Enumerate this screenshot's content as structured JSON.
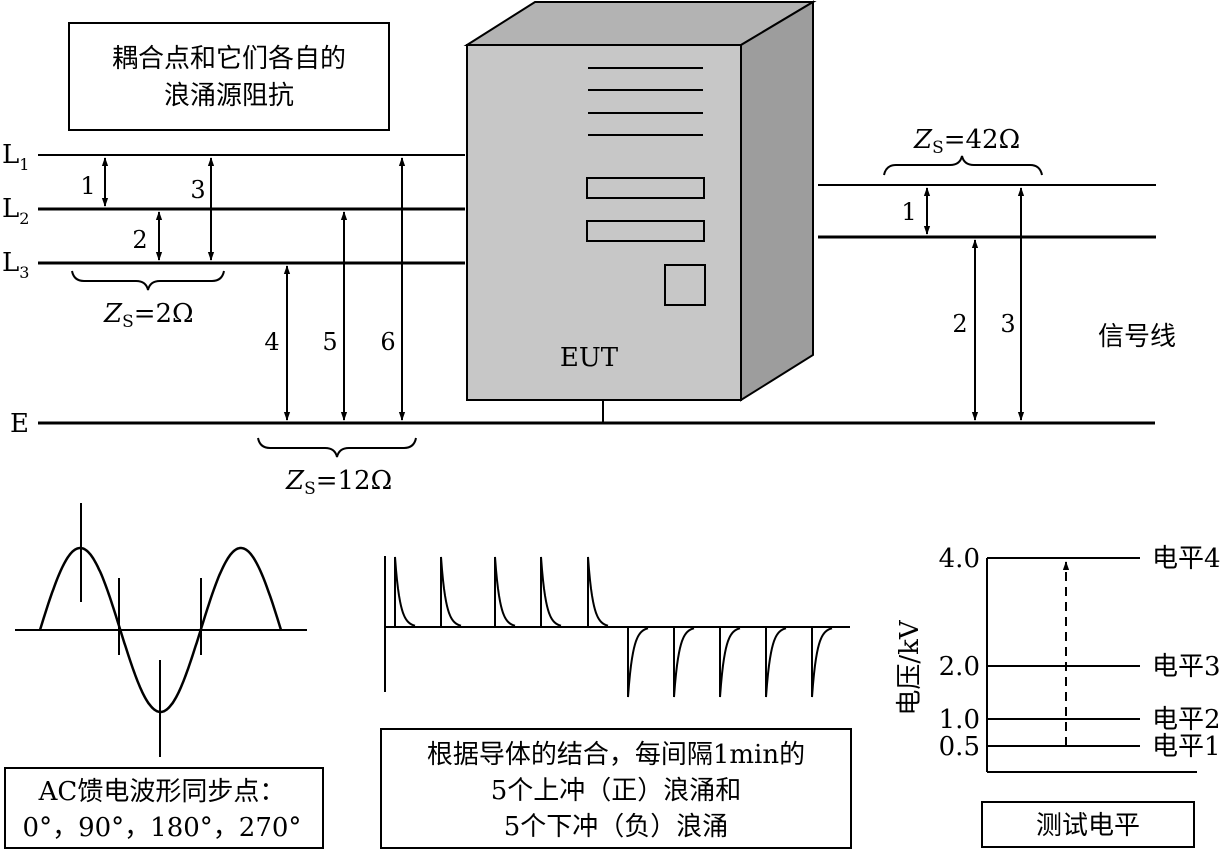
{
  "coupling_box": {
    "line1": "耦合点和它们各自的",
    "line2": "浪涌源阻抗"
  },
  "power_lines": {
    "L": "L",
    "sub1": "1",
    "sub2": "2",
    "sub3": "3",
    "earth": "E"
  },
  "arrows": {
    "a1": "1",
    "a2": "2",
    "a3": "3",
    "a4": "4",
    "a5": "5",
    "a6": "6"
  },
  "impedances": {
    "z_symbol": "Z",
    "z_sub": "S",
    "z2_value": "=2Ω",
    "z12_value": "=12Ω",
    "z42_value": "=42Ω"
  },
  "eut": {
    "label": "EUT"
  },
  "signal": {
    "label": "信号线",
    "a1": "1",
    "a2": "2",
    "a3": "3"
  },
  "ac_sync": {
    "line1": "AC馈电波形同步点：",
    "line2": "0°，90°，180°，270°"
  },
  "surge_note": {
    "line1": "根据导体的结合，每间隔1min的",
    "line2": "5个上冲（正）浪涌和",
    "line3": "5个下冲（负）浪涌"
  },
  "test_levels": {
    "ylabel": "电压/kV",
    "ticks": [
      "4.0",
      "2.0",
      "1.0",
      "0.5"
    ],
    "levels": [
      "电平4",
      "电平3",
      "电平2",
      "电平1"
    ],
    "caption": "测试电平"
  }
}
